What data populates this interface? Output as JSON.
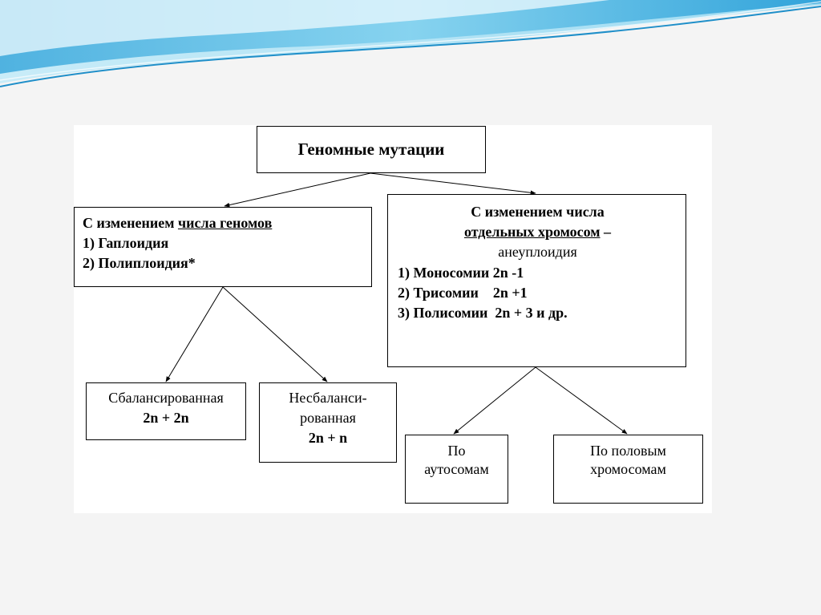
{
  "slide": {
    "accent_colors": [
      "#1f9ad6",
      "#7fd0ee",
      "#b9e6f7"
    ]
  },
  "diagram": {
    "root": "Геномные мутации",
    "left_branch": {
      "title_prefix": "С изменением ",
      "title_underlined": "числа геномов",
      "items": [
        "1) Гаплоидия",
        "2) Полиплоидия*"
      ]
    },
    "right_branch": {
      "line1": "С изменением числа",
      "line2_underlined": "отдельных хромосом",
      "line2_suffix": " –",
      "line3": "анеуплоидия",
      "items": [
        "1) Моносомии 2n -1",
        "2) Трисомии    2n +1",
        "3) Полисомии  2n + 3 и др."
      ]
    },
    "balanced": {
      "label": "Сбалансированная",
      "formula": "2n + 2n"
    },
    "unbalanced": {
      "label_line1": "Несбаланси-",
      "label_line2": "рованная",
      "formula": "2n + n"
    },
    "autosomes": {
      "line1": "По",
      "line2": "аутосомам"
    },
    "sex_chromosomes": {
      "line1": "По половым",
      "line2": "хромосомам"
    }
  }
}
